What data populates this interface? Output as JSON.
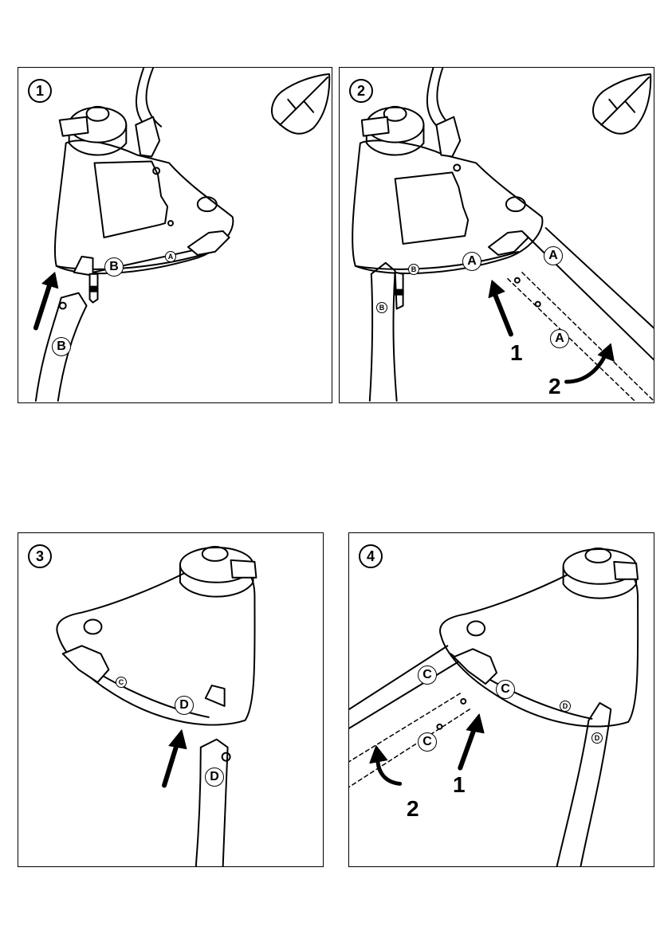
{
  "steps": [
    {
      "badge": "1",
      "labels": {
        "a": "A",
        "b": "B"
      }
    },
    {
      "badge": "2",
      "labels": {
        "a": "A",
        "b": "B"
      },
      "arrows": {
        "push": "1",
        "rotate": "2"
      }
    },
    {
      "badge": "3",
      "labels": {
        "c": "C",
        "d": "D"
      }
    },
    {
      "badge": "4",
      "labels": {
        "c": "C",
        "d": "D"
      },
      "arrows": {
        "push": "1",
        "rotate": "2"
      }
    }
  ]
}
